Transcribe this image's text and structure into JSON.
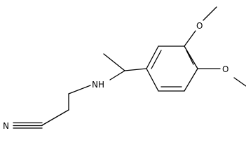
{
  "molecule": {
    "atoms": {
      "nitrile_n": "N",
      "amine": "NH",
      "methoxy_o_top": "O",
      "methoxy_o_right": "O"
    },
    "colors": {
      "bond": "#000000",
      "label": "#000000",
      "background": "#ffffff"
    }
  }
}
